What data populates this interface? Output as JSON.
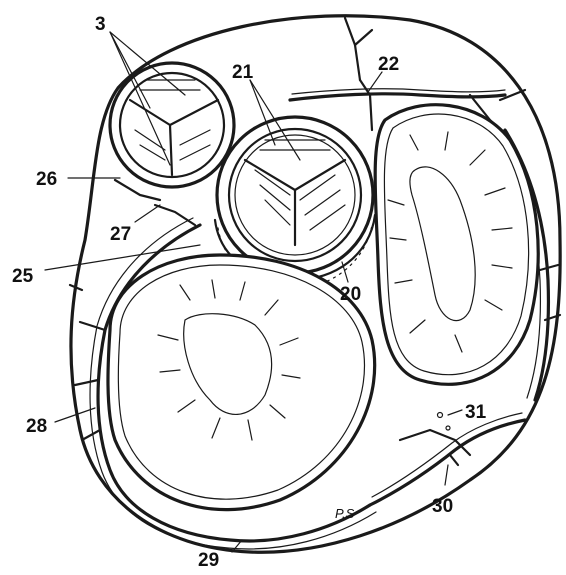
{
  "labels": {
    "l3": "3",
    "l21": "21",
    "l22": "22",
    "l26": "26",
    "l27": "27",
    "l25": "25",
    "l20": "20",
    "l28": "28",
    "l31": "31",
    "l30": "30",
    "l29": "29"
  },
  "signature": "P.S",
  "colors": {
    "ink": "#1a1a1a",
    "paper": "#ffffff"
  }
}
